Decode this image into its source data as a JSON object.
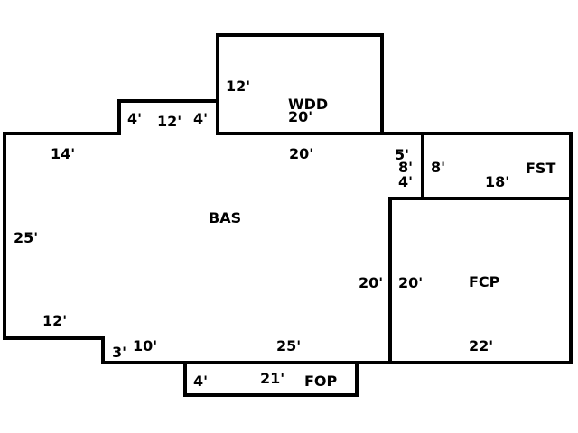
{
  "areas": {
    "bas": "BAS",
    "wdd": "WDD",
    "fst": "FST",
    "fcp": "FCP",
    "fop": "FOP"
  },
  "dimensions": {
    "wdd_left": "12'",
    "wdd_bottom": "20'",
    "bump_left": "4'",
    "bump_top": "12'",
    "bump_right": "4'",
    "bas_top_left": "14'",
    "bas_top_mid": "20'",
    "bas_step_5": "5'",
    "bas_step_8": "8'",
    "bas_step_4": "4'",
    "fst_left": "8'",
    "fst_bottom": "18'",
    "bas_left": "25'",
    "bas_right": "20'",
    "fcp_left": "20'",
    "bas_bottom_left": "12'",
    "bas_notch": "3'",
    "bas_bottom_10": "10'",
    "bas_bottom_25": "25'",
    "fcp_bottom": "22'",
    "fop_left": "4'",
    "fop_top": "21'"
  },
  "colors": {
    "line": "#000000",
    "background": "#ffffff"
  }
}
